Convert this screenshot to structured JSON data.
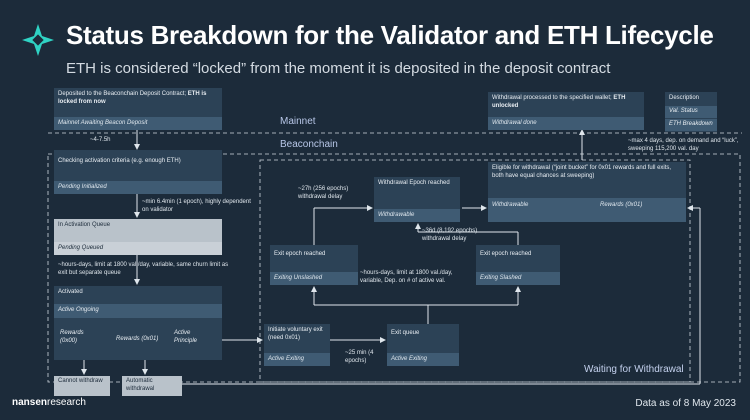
{
  "header": {
    "title": "Status Breakdown for the Validator and ETH Lifecycle",
    "subtitle": "ETH is considered “locked” from the moment it is deposited in the deposit contract"
  },
  "regions": {
    "mainnet": "Mainnet",
    "beaconchain": "Beaconchain",
    "waiting": "Waiting for Withdrawal"
  },
  "legend": {
    "title": "Description",
    "status": "Val. Status",
    "breakdown": "ETH Breakdown"
  },
  "boxes": {
    "deposit": {
      "text_a": "Deposited to the Beaconchain Deposit Contract; ",
      "text_b": "ETH is locked from now",
      "status": "Mainnet Awaiting Beacon Deposit"
    },
    "checking": {
      "text": "Checking activation criteria (e.g. enough ETH)",
      "status": "Pending Initialized"
    },
    "queue": {
      "text": "In Activation Queue",
      "status": "Pending Queued"
    },
    "activated": {
      "text": "Activated",
      "status": "Active Ongoing",
      "col1": "Rewards (0x00)",
      "col2": "Rewards (0x01)",
      "col3": "Active Principle"
    },
    "cannot": {
      "text": "Cannot withdraw"
    },
    "automatic": {
      "text": "Automatic withdrawal"
    },
    "voluntary": {
      "text": "Initiate voluntary exit (need 0x01)",
      "status": "Active Exiting"
    },
    "exit_queue": {
      "text": "Exit queue",
      "status": "Active Exiting"
    },
    "exit_unslashed": {
      "text": "Exit epoch reached",
      "status": "Exiting Unslashed"
    },
    "exit_slashed": {
      "text": "Exit epoch reached",
      "status": "Exiting Slashed"
    },
    "withdrawal_epoch": {
      "text": "Withdrawal Epoch reached",
      "status": "Withdrawable"
    },
    "eligible": {
      "text": "Eligible for withdrawal (“joint bucket” for 0x01 rewards and full exits, both have equal chances at sweeping)",
      "status": "Withdrawable",
      "breakdown": "Rewards (0x01)"
    },
    "processed": {
      "text_a": "Withdrawal processed to the specified wallet; ",
      "text_b": "ETH unlocked",
      "status": "Withdrawal done"
    }
  },
  "annotations": {
    "t1": "~4-7.5h",
    "t2": "~min 6.4min (1 epoch), highly dependent on validator",
    "t3": "~hours-days, limit at 1800 val./day, variable, same churn limit as exit but separate queue",
    "t4": "~27h (256 epochs) withdrawal delay",
    "t5": "~36d (8,192 epochs) withdrawal delay",
    "t6": "~hours-days, limit at 1800 val./day, variable, Dep. on # of active val.",
    "t7": "~25 min (4 epochs)",
    "t8": "~max 4 days, dep. on demand and “luck”, sweeping 115,200 val. day"
  },
  "footer": {
    "brand_a": "nansen",
    "brand_b": "research",
    "date": "Data as of 8 May 2023"
  }
}
